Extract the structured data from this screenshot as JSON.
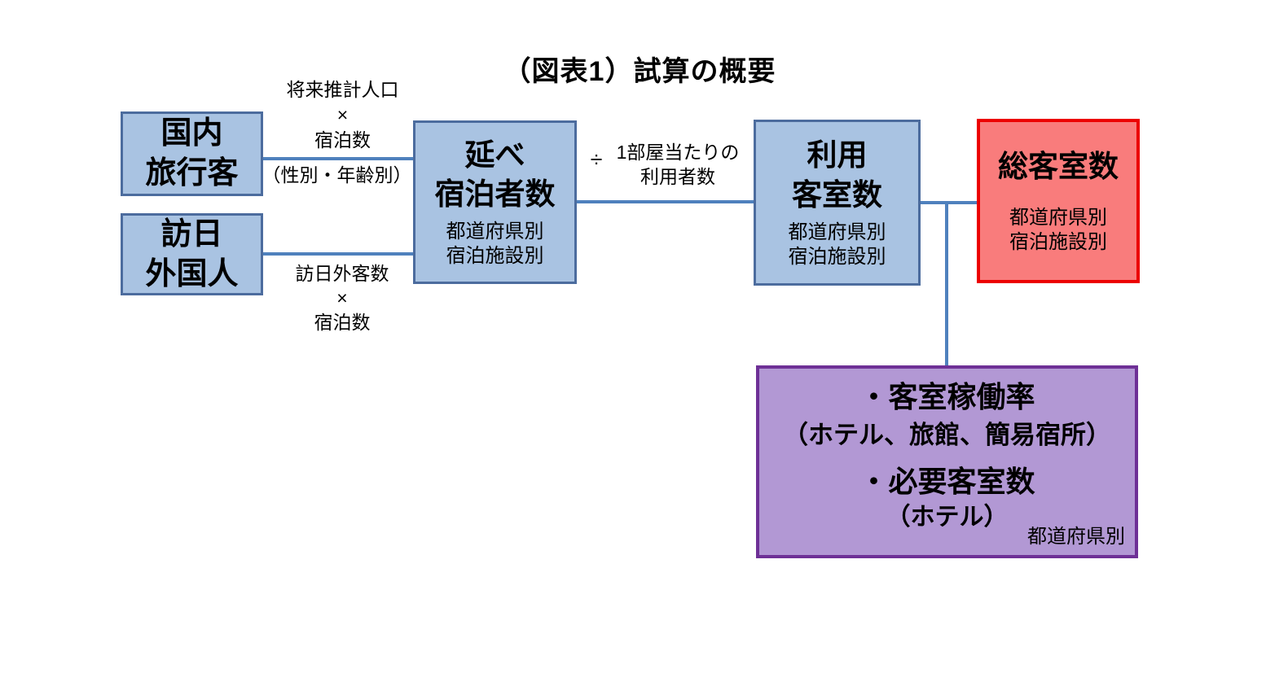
{
  "title": "（図表1）試算の概要",
  "boxes": {
    "domestic": {
      "line1": "国内",
      "line2": "旅行客"
    },
    "inbound": {
      "line1": "訪日",
      "line2": "外国人"
    },
    "total_guests": {
      "line1": "延べ",
      "line2": "宿泊者数",
      "sub1": "都道府県別",
      "sub2": "宿泊施設別"
    },
    "used_rooms": {
      "line1": "利用",
      "line2": "客室数",
      "sub1": "都道府県別",
      "sub2": "宿泊施設別"
    },
    "total_rooms": {
      "title": "総客室数",
      "sub1": "都道府県別",
      "sub2": "宿泊施設別"
    },
    "results": {
      "line1": "・客室稼働率",
      "line2": "（ホテル、旅館、簡易宿所）",
      "line3": "・必要客室数",
      "line4": "（ホテル）",
      "note": "都道府県別"
    }
  },
  "edge_labels": {
    "domestic_formula": {
      "line1": "将来推計人口",
      "operator": "×",
      "line2": "宿泊数",
      "below_line": "（性別・年齢別）"
    },
    "inbound_formula": {
      "line1": "訪日外客数",
      "operator": "×",
      "line2": "宿泊数"
    },
    "divide_formula": {
      "operator": "÷",
      "line1": "1部屋当たりの",
      "line2": "利用者数"
    }
  },
  "colors": {
    "box_blue_fill": "#a9c3e2",
    "box_blue_border": "#4c6c9e",
    "box_red_fill": "#f97c7c",
    "box_red_border": "#ec0000",
    "box_purple_fill": "#b298d4",
    "box_purple_border": "#6e3096",
    "connector": "#4f81bd",
    "text": "#000000",
    "background": "#ffffff"
  }
}
